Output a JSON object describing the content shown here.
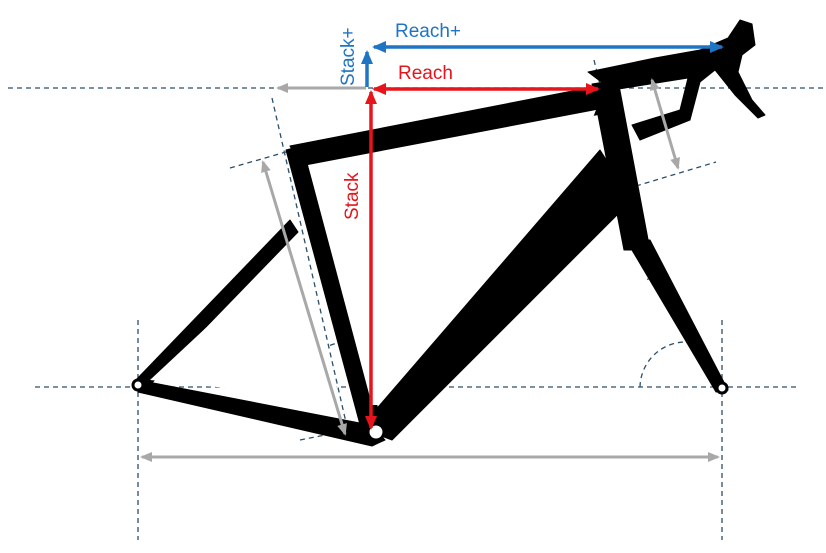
{
  "labels": {
    "stack_plus": "Stack+",
    "reach_plus": "Reach+",
    "reach": "Reach",
    "stack": "Stack"
  },
  "colors": {
    "frame": "#000000",
    "reach_stack": "#e8141b",
    "reach_stack_plus": "#1f74c4",
    "dimension_arrows": "#a8a8a8",
    "reference_lines": "#2b4f6a"
  }
}
